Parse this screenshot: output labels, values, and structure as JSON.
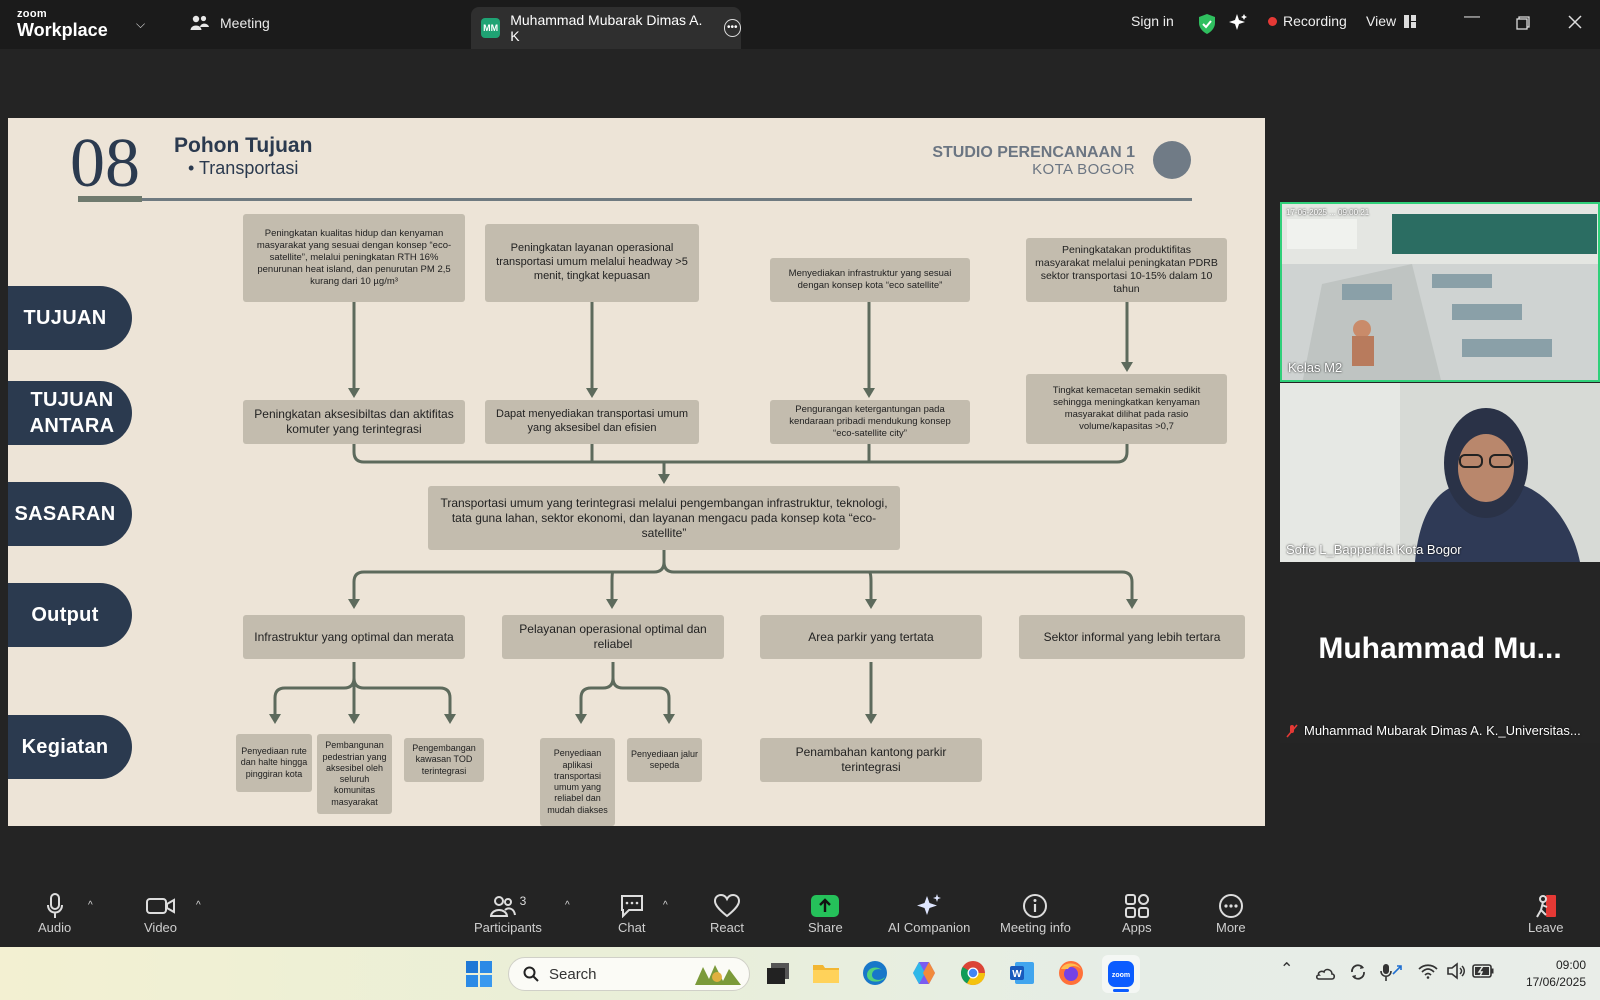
{
  "titlebar": {
    "logo_small": "zoom",
    "logo_big": "Workplace",
    "meeting_label": "Meeting",
    "speaker_initials": "MM",
    "speaker_name": "Muhammad Mubarak Dimas A. K",
    "sign_in": "Sign in",
    "recording": "Recording",
    "view": "View",
    "accent_green": "#30d07a",
    "record_red": "#e53935"
  },
  "slide": {
    "number": "08",
    "title": "Pohon Tujuan",
    "subtitle": "• Transportasi",
    "studio_line1": "STUDIO PERENCANAAN 1",
    "studio_line2": "KOTA BOGOR",
    "pills": [
      "TUJUAN",
      "TUJUAN ANTARA",
      "SASARAN",
      "Output",
      "Kegiatan"
    ],
    "tujuan": [
      "Peningkatan kualitas hidup dan kenyaman masyarakat yang sesuai dengan konsep “eco-satellite”, melalui peningkatan RTH 16% penurunan heat island, dan penurutan PM 2,5 kurang dari 10 µg/m³",
      "Peningkatan layanan operasional transportasi umum melalui headway >5 menit, tingkat kepuasan",
      "Menyediakan infrastruktur yang sesuai dengan konsep kota “eco satellite”",
      "Peningkatakan produktifitas masyarakat melalui peningkatan PDRB sektor transportasi 10-15% dalam 10 tahun"
    ],
    "tujuan_antara": [
      "Peningkatan aksesibiltas dan aktifitas komuter yang terintegrasi",
      "Dapat menyediakan transportasi umum yang aksesibel dan efisien",
      "Pengurangan ketergantungan pada kendaraan pribadi mendukung konsep “eco-satellite city”",
      "Tingkat kemacetan semakin sedikit sehingga meningkatkan kenyaman masyarakat dilihat pada rasio volume/kapasitas >0,7"
    ],
    "sasaran": "Transportasi umum yang terintegrasi melalui pengembangan infrastruktur, teknologi, tata guna lahan, sektor ekonomi, dan layanan mengacu pada konsep kota “eco-satellite”",
    "output": [
      "Infrastruktur yang optimal dan merata",
      "Pelayanan operasional optimal dan reliabel",
      "Area parkir yang tertata",
      "Sektor informal yang lebih tertara"
    ],
    "kegiatan": [
      "Penyediaan rute dan halte hingga pinggiran kota",
      "Pembangunan pedestrian yang aksesibel oleh seluruh komunitas masyarakat",
      "Pengembangan kawasan TOD terintegrasi",
      "Penyediaan aplikasi transportasi umum yang reliabel dan mudah diakses",
      "Penyediaan jalur sepeda",
      "Penambahan kantong parkir terintegrasi"
    ],
    "colors": {
      "background": "#ede4d7",
      "navy": "#2b3a4f",
      "box": "#c3bcae",
      "connector": "#5d6a5c"
    }
  },
  "gallery": [
    {
      "label": "Kelas M2",
      "overlay": "17-06-2025 ... 09:00:21"
    },
    {
      "label": "Sofie L_Bapperida Kota Bogor"
    },
    {
      "label": "Muhammad Mubarak Dimas A. K._Universitas...",
      "bigname": "Muhammad  Mu..."
    }
  ],
  "toolbar": {
    "audio": "Audio",
    "video": "Video",
    "participants": "Participants",
    "participants_count": "3",
    "chat": "Chat",
    "react": "React",
    "share": "Share",
    "ai_companion": "AI Companion",
    "meeting_info": "Meeting info",
    "apps": "Apps",
    "more": "More",
    "leave": "Leave"
  },
  "taskbar": {
    "search_placeholder": "Search",
    "time": "09:00",
    "date": "17/06/2025"
  }
}
